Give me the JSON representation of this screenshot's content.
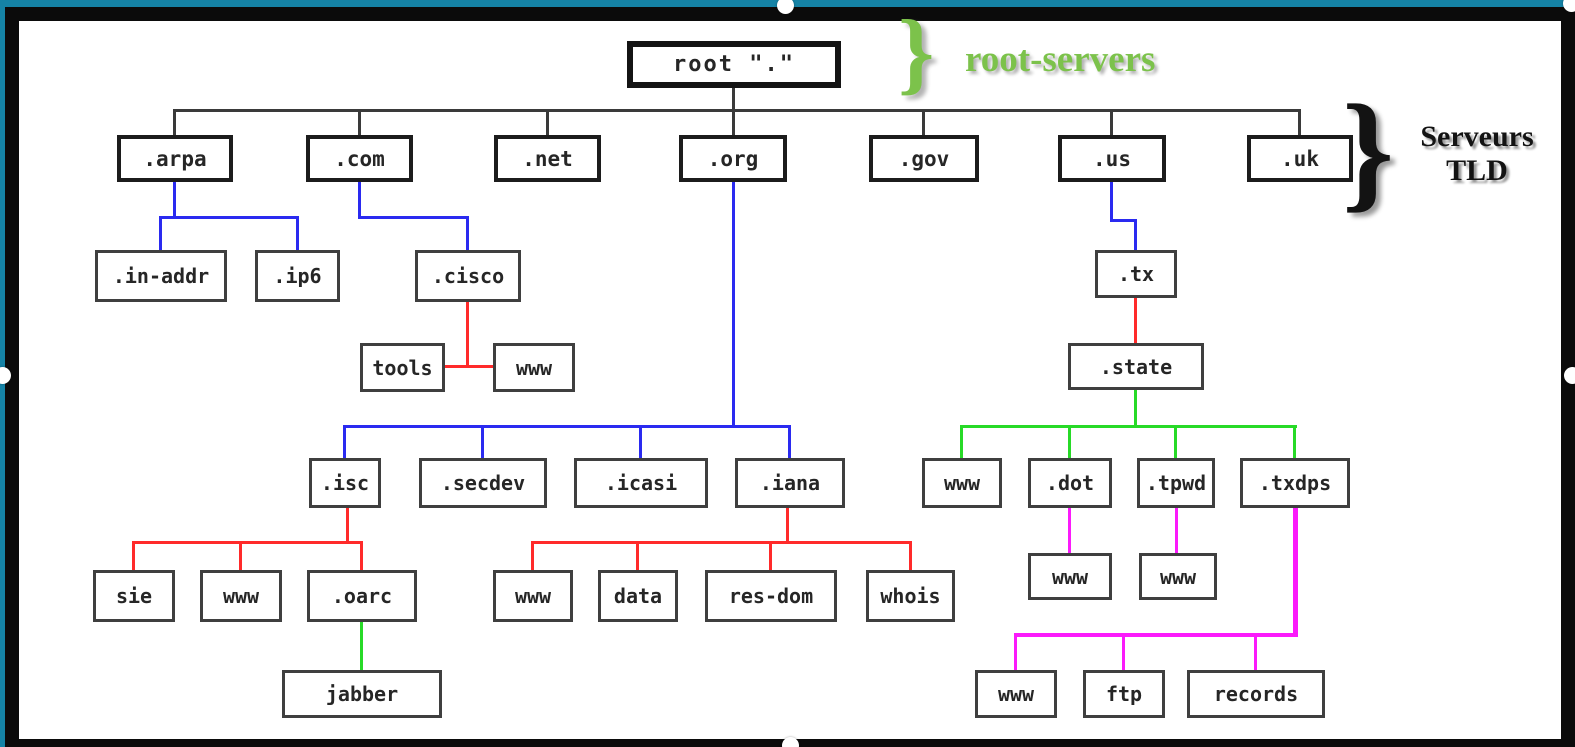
{
  "title": "DNS hierarchy diagram",
  "colors": {
    "frame_teal": "#1583a6",
    "frame_black": "#0b0b0b",
    "canvas_white": "#ffffff",
    "line_black": "#3a3a3a",
    "line_blue": "#2a2af0",
    "line_red": "#ff2a2a",
    "line_green": "#27da27",
    "line_magenta": "#fb1afb",
    "accent_green": "#7cc24b",
    "box_border": "#3f3f3f",
    "box_border_strong": "#141414",
    "box_text": "#262626",
    "label_black": "#131313"
  },
  "annotations": {
    "root_brace": "}",
    "root_servers": "root-servers",
    "tld_brace": "}",
    "tld_line1": "Serveurs",
    "tld_line2": "TLD"
  },
  "nodes": {
    "root": "root \".\"",
    "arpa": ".arpa",
    "com": ".com",
    "net": ".net",
    "org": ".org",
    "gov": ".gov",
    "us": ".us",
    "uk": ".uk",
    "in_addr": ".in-addr",
    "ip6": ".ip6",
    "cisco": ".cisco",
    "tx": ".tx",
    "tools": "tools",
    "www_cisco": "www",
    "state": ".state",
    "isc": ".isc",
    "secdev": ".secdev",
    "icasi": ".icasi",
    "iana": ".iana",
    "www_state": "www",
    "dot": ".dot",
    "tpwd": ".tpwd",
    "txdps": ".txdps",
    "sie": "sie",
    "www_isc": "www",
    "oarc": ".oarc",
    "www_iana": "www",
    "data": "data",
    "res_dom": "res-dom",
    "whois": "whois",
    "jabber": "jabber",
    "www_dot": "www",
    "www_tpwd": "www",
    "www_txdps": "www",
    "ftp": "ftp",
    "records": "records"
  },
  "edges": [
    {
      "from": "root",
      "to": [
        "arpa",
        "com",
        "net",
        "org",
        "gov",
        "us",
        "uk"
      ],
      "color": "black"
    },
    {
      "from": "arpa",
      "to": [
        "in_addr",
        "ip6"
      ],
      "color": "blue"
    },
    {
      "from": "com",
      "to": [
        "cisco"
      ],
      "color": "blue"
    },
    {
      "from": "cisco",
      "to": [
        "tools",
        "www_cisco"
      ],
      "color": "red"
    },
    {
      "from": "org",
      "to": [
        "isc",
        "secdev",
        "icasi",
        "iana"
      ],
      "color": "blue"
    },
    {
      "from": "isc",
      "to": [
        "sie",
        "www_isc",
        "oarc"
      ],
      "color": "red"
    },
    {
      "from": "oarc",
      "to": [
        "jabber"
      ],
      "color": "green"
    },
    {
      "from": "iana",
      "to": [
        "www_iana",
        "data",
        "res_dom",
        "whois"
      ],
      "color": "red"
    },
    {
      "from": "us",
      "to": [
        "tx"
      ],
      "color": "blue"
    },
    {
      "from": "tx",
      "to": [
        "state"
      ],
      "color": "red"
    },
    {
      "from": "state",
      "to": [
        "www_state",
        "dot",
        "tpwd",
        "txdps"
      ],
      "color": "green"
    },
    {
      "from": "dot",
      "to": [
        "www_dot"
      ],
      "color": "magenta"
    },
    {
      "from": "tpwd",
      "to": [
        "www_tpwd"
      ],
      "color": "magenta"
    },
    {
      "from": "txdps",
      "to": [
        "www_txdps",
        "ftp",
        "records"
      ],
      "color": "magenta"
    }
  ],
  "handles": [
    "top-center",
    "top-right",
    "middle-left",
    "middle-right",
    "bottom-center"
  ]
}
